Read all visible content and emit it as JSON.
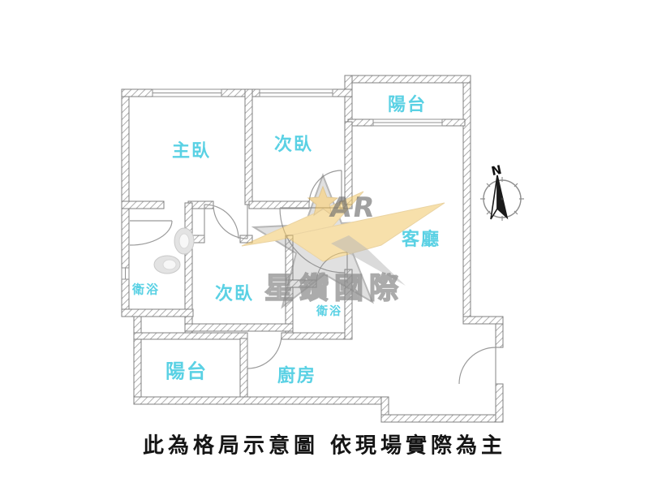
{
  "disclaimer": "此為格局示意圖 依現場實際為主",
  "compass": {
    "north_label": "N"
  },
  "watermark": {
    "brand_text": "星鑽國際",
    "latin_text": "AR"
  },
  "rooms": {
    "master_bedroom": "主臥",
    "bedroom2_top": "次臥",
    "bedroom2_bottom": "次臥",
    "balcony_top": "陽台",
    "balcony_bottom": "陽台",
    "living_room": "客廳",
    "bathroom_left": "衛浴",
    "bathroom_right": "衛浴",
    "kitchen": "廚房"
  },
  "colors": {
    "room_label": "#5ad1e4",
    "wall_stroke": "#808080",
    "wall_hatch": "#9a9a9a",
    "watermark_gold": "#f2c868",
    "watermark_gray": "#8f8f8f",
    "disclaimer_text": "#151515",
    "background": "#ffffff"
  }
}
